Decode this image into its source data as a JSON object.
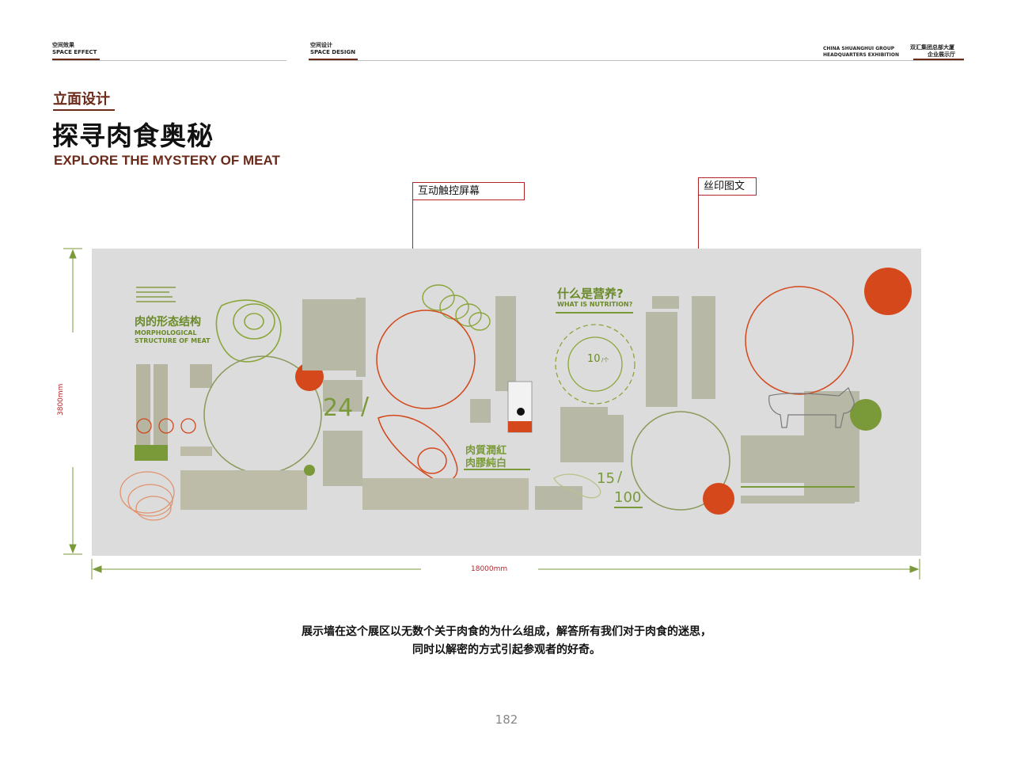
{
  "header": {
    "left_cn": "空间效果",
    "left_en": "SPACE EFFECT",
    "mid_cn": "空间设计",
    "mid_en": "SPACE DESIGN",
    "right_en_1": "CHINA SHUANGHUI GROUP",
    "right_en_2": "HEADQUARTERS EXHIBITION",
    "right_cn_1": "双汇集团总部大厦",
    "right_cn_2": "企业展示厅"
  },
  "titles": {
    "section": "立面设计",
    "main": "探寻肉食奥秘",
    "english": "EXPLORE THE MYSTERY OF MEAT"
  },
  "callouts": {
    "touchscreen": "互动触控屏幕",
    "silkscreen": "丝印图文"
  },
  "wall": {
    "morph_cn": "肉的形态结构",
    "morph_en_1": "MORPHOLOGICAL",
    "morph_en_2": "STRUCTURE OF MEAT",
    "num_24": "24",
    "num_slash": "/",
    "meat_1": "肉質潤紅",
    "meat_2": "肉膠純白",
    "nutri_cn": "什么是营养?",
    "nutri_en": "WHAT IS NUTRITION?",
    "ring_num": "10",
    "ring_sub": "/个",
    "num_15": "15",
    "num_100": "100"
  },
  "dimensions": {
    "height": "3800mm",
    "width": "18000mm"
  },
  "caption": {
    "line1": "展示墙在这个展区以无数个关于肉食的为什么组成，解答所有我们对于肉食的迷思，",
    "line2": "同时以解密的方式引起参观者的好奇。"
  },
  "page_number": "182",
  "colors": {
    "brand_brown": "#6b2a1a",
    "accent_red": "#b2262b",
    "green": "#7a9a3a",
    "orange": "#d4481c",
    "wall_grey": "#dcdcdc"
  }
}
